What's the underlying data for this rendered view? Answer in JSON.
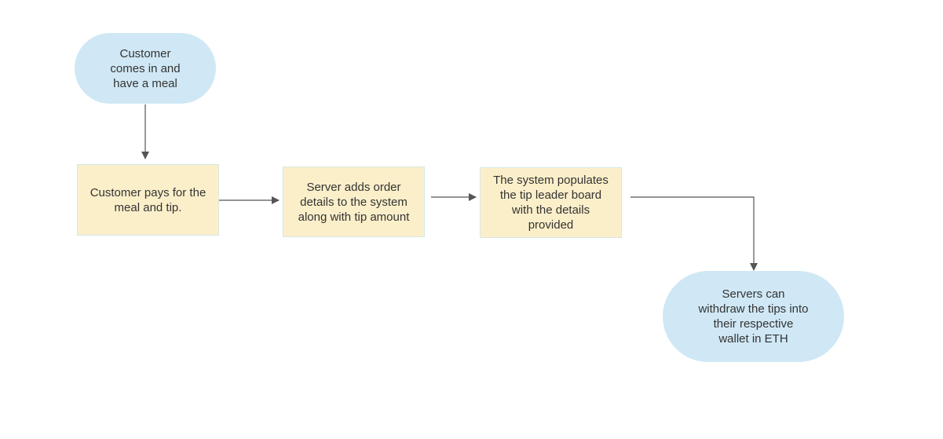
{
  "colors": {
    "terminal_fill": "#d0e8f5",
    "process_fill": "#fbefca",
    "process_border": "#d6e8e4",
    "arrow": "#555555",
    "text": "#333333"
  },
  "nodes": {
    "start": {
      "label": "Customer\ncomes in and\nhave a meal"
    },
    "pay": {
      "label": "Customer pays for the\nmeal and tip."
    },
    "server_adds": {
      "label": "Server adds order\ndetails to the system\nalong with tip amount"
    },
    "populate": {
      "label": "The system populates\nthe tip leader board\nwith the details\nprovided"
    },
    "withdraw": {
      "label": "Servers can\nwithdraw the tips into\ntheir respective\nwallet in ETH"
    }
  }
}
